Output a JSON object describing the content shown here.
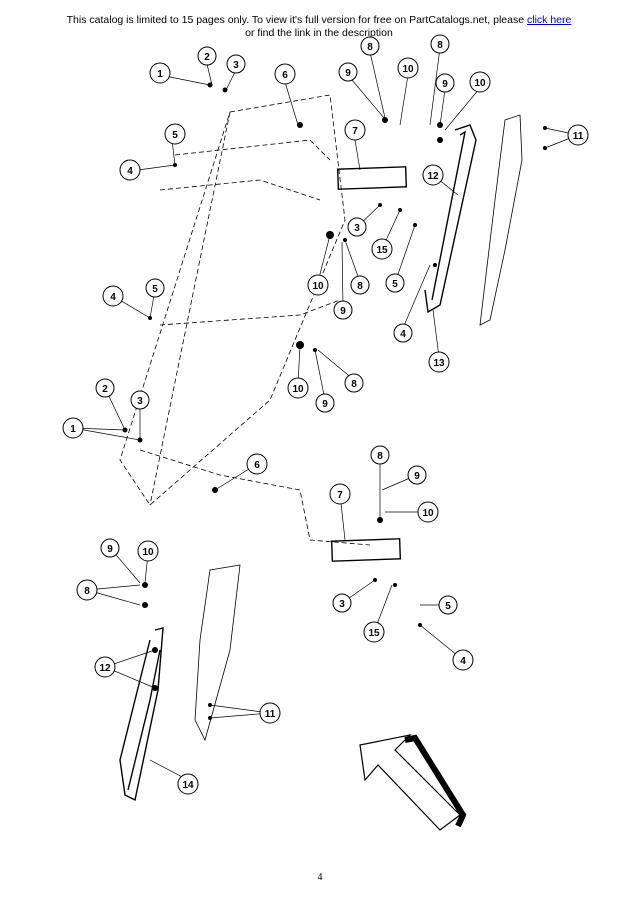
{
  "banner": {
    "line1_prefix": "This catalog is limited to 15 pages only. To view it's full version for free on PartCatalogs.net, please ",
    "link_text": "click here",
    "line2": "or find the link in the description"
  },
  "page_number": "4",
  "callouts": [
    "1",
    "2",
    "3",
    "6",
    "5",
    "4",
    "7",
    "9",
    "8",
    "10",
    "11",
    "12",
    "15",
    "13",
    "14",
    "8",
    "9",
    "10",
    "11",
    "12",
    "4",
    "5",
    "3",
    "15"
  ],
  "colors": {
    "ink": "#000000",
    "link": "#0000cc",
    "paper": "#ffffff"
  }
}
